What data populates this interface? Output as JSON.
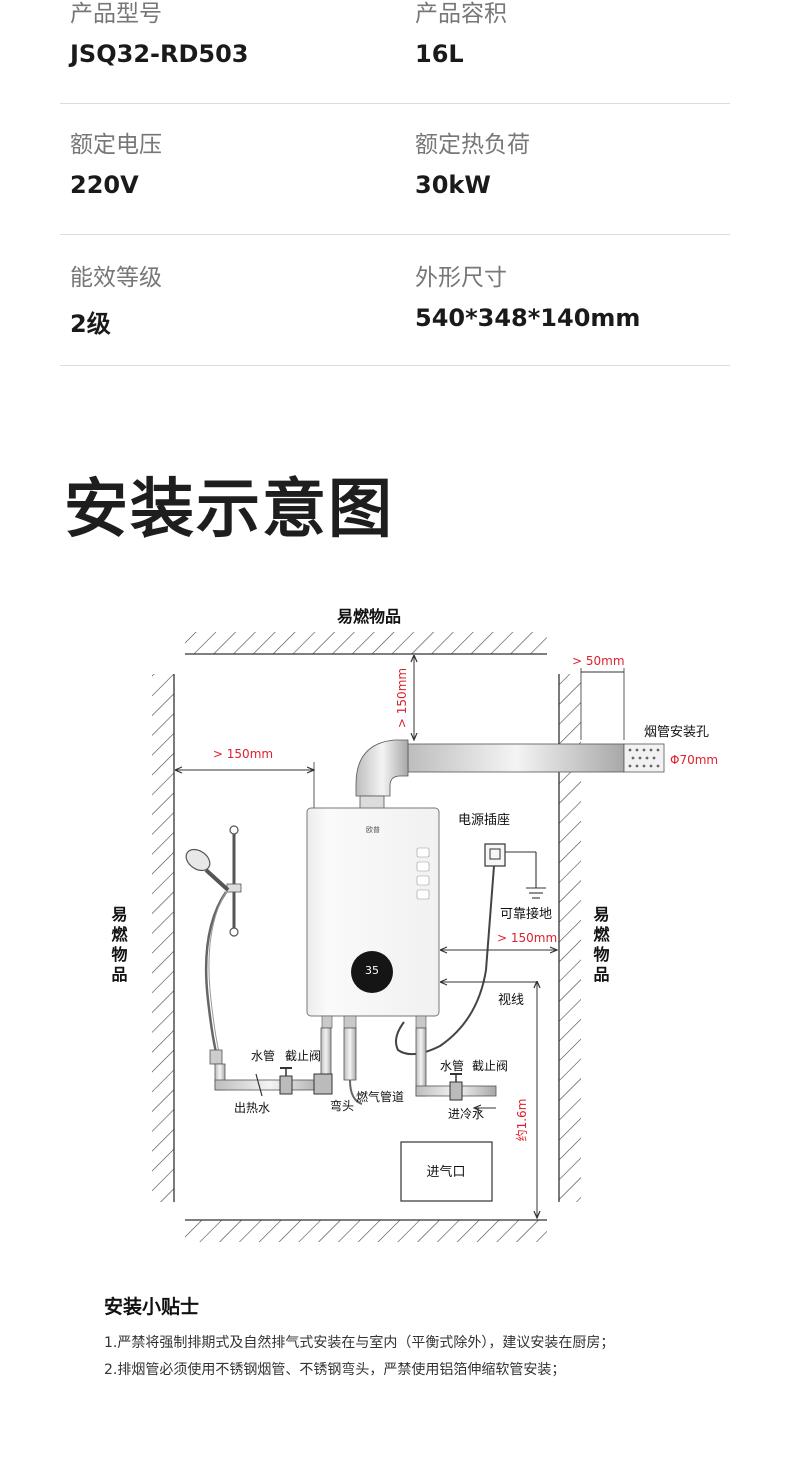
{
  "specs": [
    [
      {
        "label": "产品型号",
        "value": "JSQ32-RD503"
      },
      {
        "label": "产品容积",
        "value": "16L"
      }
    ],
    [
      {
        "label": "额定电压",
        "value": "220V"
      },
      {
        "label": "额定热负荷",
        "value": "30kW"
      }
    ],
    [
      {
        "label": "能效等级",
        "value": "2级"
      },
      {
        "label": "外形尺寸",
        "value": "540*348*140mm"
      }
    ]
  ],
  "section_title": "安装示意图",
  "diagram": {
    "top_label": "易燃物品",
    "left_label": "易燃物品",
    "right_label": "易燃物品",
    "dim_top": "> 150mm",
    "dim_left": "> 150mm",
    "dim_right_wall": "> 50mm",
    "flue_hole": "烟管安装孔",
    "flue_dia": "Φ70mm",
    "socket": "电源插座",
    "ground": "可靠接地",
    "dim_socket": "> 150mm",
    "sight_line": "视线",
    "brand": "欧普",
    "display_value": "35",
    "water_pipe_left": "水管",
    "valve_left": "截止阀",
    "hot_water_out": "出热水",
    "elbow": "弯头",
    "gas_pipe": "燃气管道",
    "water_pipe_right": "水管",
    "valve_right": "截止阀",
    "cold_water_in": "进冷水",
    "height": "约1.6m",
    "air_inlet": "进气口"
  },
  "tips": {
    "title": "安装小贴士",
    "items": [
      "1.严禁将强制排期式及自然排气式安装在与室内（平衡式除外），建议安装在厨房；",
      "2.排烟管必须使用不锈钢烟管、不锈钢弯头，严禁使用铝箔伸缩软管安装；"
    ]
  },
  "colors": {
    "accent": "#e0202c",
    "line": "#333333"
  }
}
